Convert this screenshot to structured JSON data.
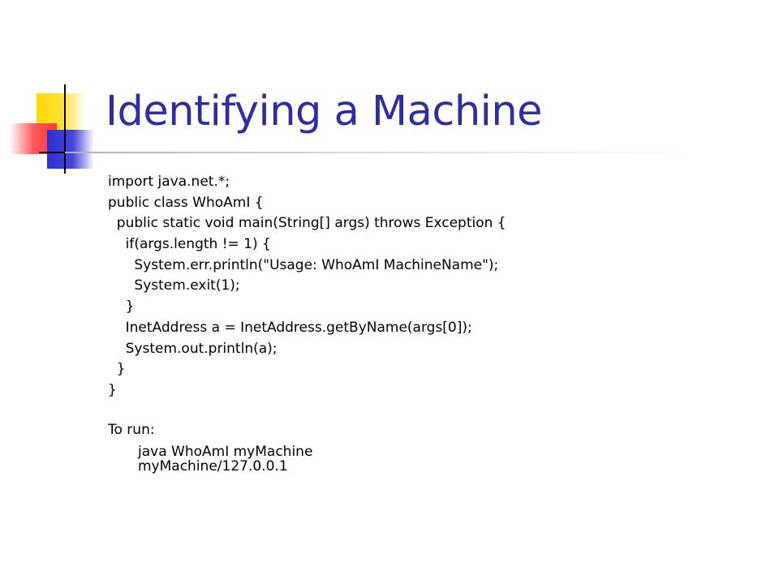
{
  "slide": {
    "title": "Identifying a Machine",
    "code_lines": [
      "import java.net.*;",
      "public class WhoAmI {",
      "  public static void main(String[] args) throws Exception {",
      "    if(args.length != 1) {",
      "      System.err.println(\"Usage: WhoAmI MachineName\");",
      "      System.exit(1);",
      "    }",
      "    InetAddress a = InetAddress.getByName(args[0]);",
      "    System.out.println(a);",
      "  }",
      "}"
    ],
    "run_label": "To run:",
    "run_lines": [
      "java WhoAmI myMachine",
      "myMachine/127.0.0.1"
    ]
  },
  "colors": {
    "title": "#2e2e9e",
    "logo_yellow": "#ffd800",
    "logo_red": "#ff3b3b",
    "logo_blue": "#2f2fd0"
  }
}
